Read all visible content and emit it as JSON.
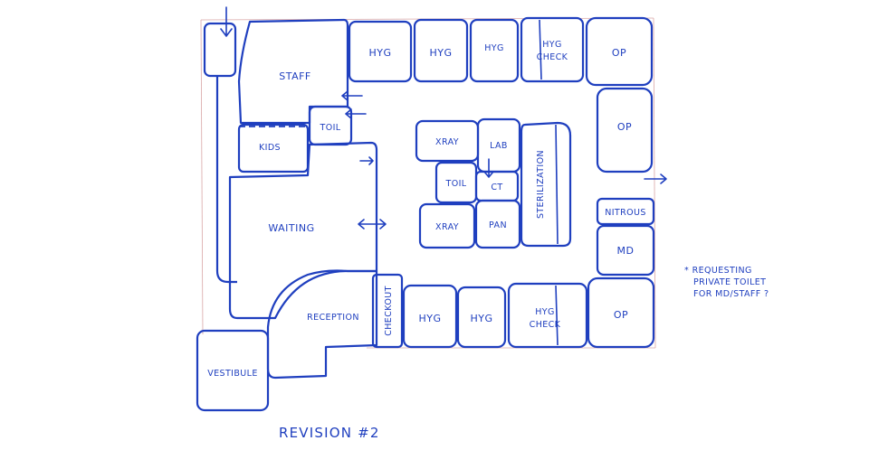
{
  "rooms": {
    "staff": "STAFF",
    "toil_top": "TOIL",
    "kids": "KIDS",
    "waiting": "WAITING",
    "reception": "RECEPTION",
    "vestibule": "VESTIBULE",
    "checkout": "CHECKOUT",
    "hyg_1": "HYG",
    "hyg_2": "HYG",
    "hyg_3": "HYG",
    "hyg_check_top_1": "HYG",
    "hyg_check_top_2": "CHECK",
    "op_top_right": "OP",
    "op_right": "OP",
    "nitrous": "NITROUS",
    "md": "MD",
    "op_bottom_right": "OP",
    "hyg_check_bottom_1": "HYG",
    "hyg_check_bottom_2": "CHECK",
    "hyg_bottom_1": "HYG",
    "hyg_bottom_2": "HYG",
    "xray_top": "XRAY",
    "lab": "LAB",
    "toil_center": "TOIL",
    "ct": "CT",
    "xray_bottom": "XRAY",
    "pan": "PAN",
    "sterilization": "STERILIZATION"
  },
  "note": {
    "line1": "* REQUESTING",
    "line2": "PRIVATE TOILET",
    "line3": "FOR MD/STAFF ?"
  },
  "title": "REVISION #2",
  "colors": {
    "ink": "#1f3fbf",
    "pencil": "#d9a6a6"
  }
}
